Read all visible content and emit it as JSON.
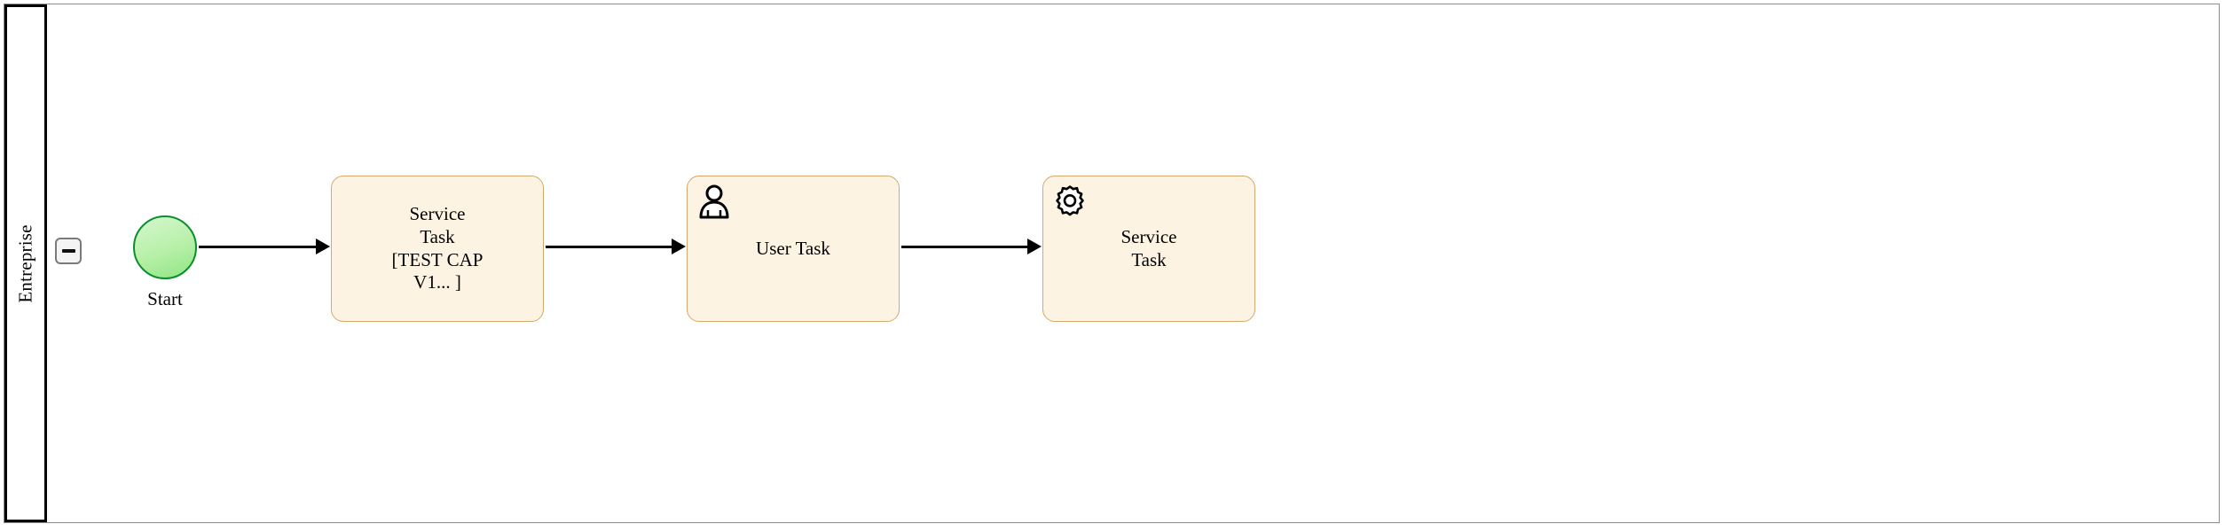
{
  "diagram": {
    "type": "bpmn-process",
    "pool": {
      "name": "Entreprise",
      "collapse_toggle": {
        "icon": "minus-icon",
        "state": "expanded"
      }
    },
    "colors": {
      "task_fill": "#fdf3e3",
      "task_border": "#d5a96d",
      "start_fill": "#b6f0a7",
      "start_border": "#0a8f2e",
      "pool_header_border": "#000000",
      "pool_border": "#8c8c8c",
      "connector": "#000000"
    },
    "nodes": [
      {
        "id": "start",
        "kind": "start-event",
        "label": "Start",
        "icon": null
      },
      {
        "id": "service-task-1",
        "kind": "service-task",
        "label": "Service\nTask\n[TEST CAP\nV1... ]",
        "icon": null
      },
      {
        "id": "user-task-1",
        "kind": "user-task",
        "label": "User Task",
        "icon": "user-icon"
      },
      {
        "id": "service-task-2",
        "kind": "service-task",
        "label": "Service\nTask",
        "icon": "gear-icon"
      }
    ],
    "flows": [
      {
        "from": "start",
        "to": "service-task-1"
      },
      {
        "from": "service-task-1",
        "to": "user-task-1"
      },
      {
        "from": "user-task-1",
        "to": "service-task-2"
      }
    ]
  }
}
